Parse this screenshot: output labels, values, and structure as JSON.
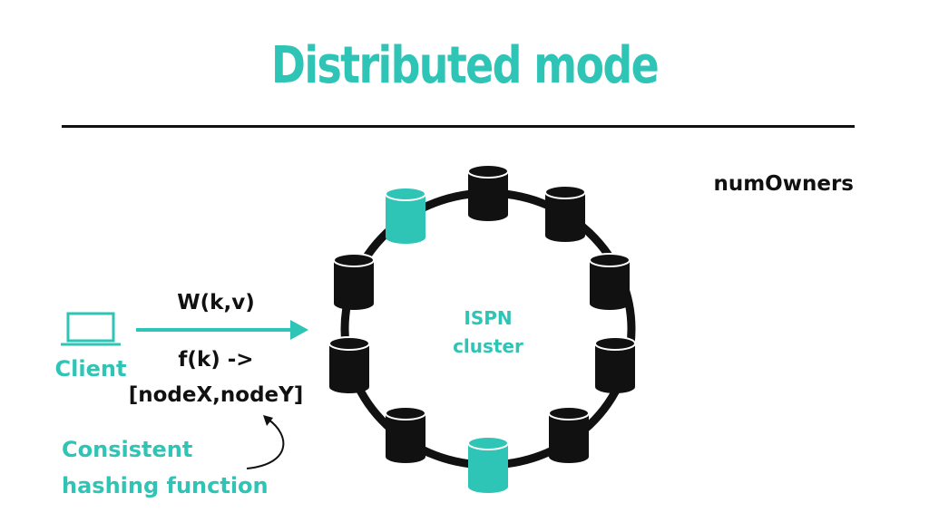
{
  "slide": {
    "title": "Distributed mode",
    "num_owners_label": "numOwners",
    "cluster_label_line1": "ISPN",
    "cluster_label_line2": "cluster",
    "client_label": "Client",
    "write_label": "W(k,v)",
    "hash_label_line1": "f(k) ->",
    "hash_label_line2": "[nodeX,nodeY]",
    "consistent_line1": "Consistent",
    "consistent_line2": "hashing function"
  },
  "colors": {
    "accent": "#2ec4b6",
    "dark": "#111111"
  },
  "nodes": [
    {
      "name": "node-1",
      "highlighted": false
    },
    {
      "name": "node-2",
      "highlighted": false
    },
    {
      "name": "node-3",
      "highlighted": false
    },
    {
      "name": "node-4",
      "highlighted": false
    },
    {
      "name": "node-5",
      "highlighted": false
    },
    {
      "name": "node-6",
      "highlighted": true
    },
    {
      "name": "node-7",
      "highlighted": false
    },
    {
      "name": "node-8",
      "highlighted": false
    },
    {
      "name": "node-9",
      "highlighted": false
    },
    {
      "name": "node-10",
      "highlighted": true
    }
  ],
  "icons": {
    "client": "laptop-icon",
    "node": "database-icon"
  }
}
